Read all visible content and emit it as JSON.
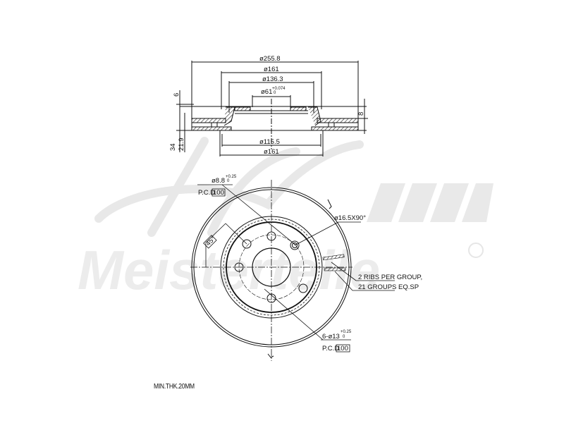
{
  "watermark": {
    "logo": "A.L.",
    "brand": "Meisterteile",
    "registered": "R",
    "color": "#e6e6e6"
  },
  "section_view": {
    "dims": {
      "outer_diameter": "ø255.8",
      "hat_diameter_top": "ø161",
      "friction_inner": "ø136.3",
      "center_bore": "ø61",
      "center_bore_tol_upper": "+0.074",
      "center_bore_tol_lower": "0",
      "hat_inner": "ø115.5",
      "hat_diameter_bottom": "ø161",
      "hat_thickness": "6",
      "overall_height": "34",
      "offset_height": "21.9",
      "right_thickness": "8"
    }
  },
  "front_view": {
    "wheel_hole": "ø8.8",
    "wheel_hole_tol_upper": "+0.25",
    "wheel_hole_tol_lower": "0",
    "pcd_label_top": "P.C.D",
    "pcd_value_top": "100",
    "chamfer": "ø16.5X90°",
    "angle": "45°",
    "ribs_line1": "2 RIBS PER GROUP,",
    "ribs_line2": "21 GROUPS EQ.SP",
    "bolt_holes": "6-ø13",
    "bolt_holes_tol_upper": "+0.25",
    "bolt_holes_tol_lower": "0",
    "pcd_label_bottom": "P.C.D",
    "pcd_value_bottom": "100",
    "section_mark": "J"
  },
  "notes": {
    "min_thickness": "MIN.THK.20MM"
  }
}
